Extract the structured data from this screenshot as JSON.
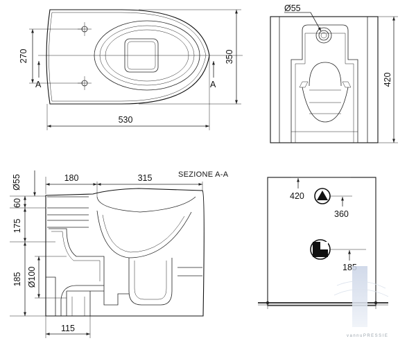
{
  "view_top": {
    "dim_height_inner": "270",
    "dim_height_outer": "350",
    "dim_width": "530",
    "section_mark_left": "A",
    "section_mark_right": "A"
  },
  "view_back": {
    "dim_diameter": "Ø55",
    "dim_height": "420"
  },
  "view_section": {
    "title": "SEZIONE A-A",
    "dim_top_diameter": "Ø55",
    "dim_top_left": "180",
    "dim_top_right": "315",
    "dim_60": "60",
    "dim_175": "175",
    "dim_185": "185",
    "dim_outlet_diameter": "Ø100",
    "dim_bottom": "115"
  },
  "view_wall": {
    "dim_420": "420",
    "dim_360": "360",
    "dim_185": "185"
  },
  "watermark": "vannuPRESSIE"
}
